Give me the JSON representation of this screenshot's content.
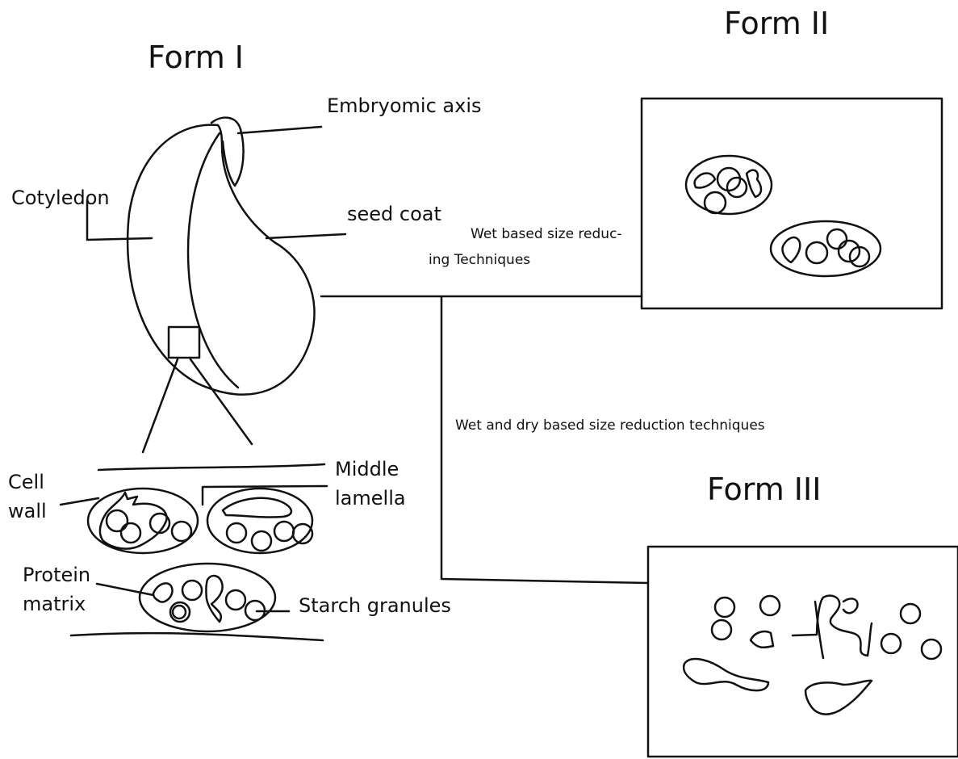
{
  "titles": {
    "form1": "Form I",
    "form2": "Form II",
    "form3": "Form III"
  },
  "labels": {
    "embryonic_axis": "Embryomic axis",
    "cotyledon": "Cotyledon",
    "seed_coat": "seed coat",
    "cell_wall_1": "Cell",
    "cell_wall_2": "wall",
    "middle_lamella_1": "Middle",
    "middle_lamella_2": "lamella",
    "protein_matrix_1": "Protein",
    "protein_matrix_2": "matrix",
    "starch_granules": "Starch granules"
  },
  "processes": {
    "wet_line1": "Wet based size reduc-",
    "wet_line2": "ing Techniques",
    "wet_dry": "Wet and dry based size reduction techniques"
  }
}
